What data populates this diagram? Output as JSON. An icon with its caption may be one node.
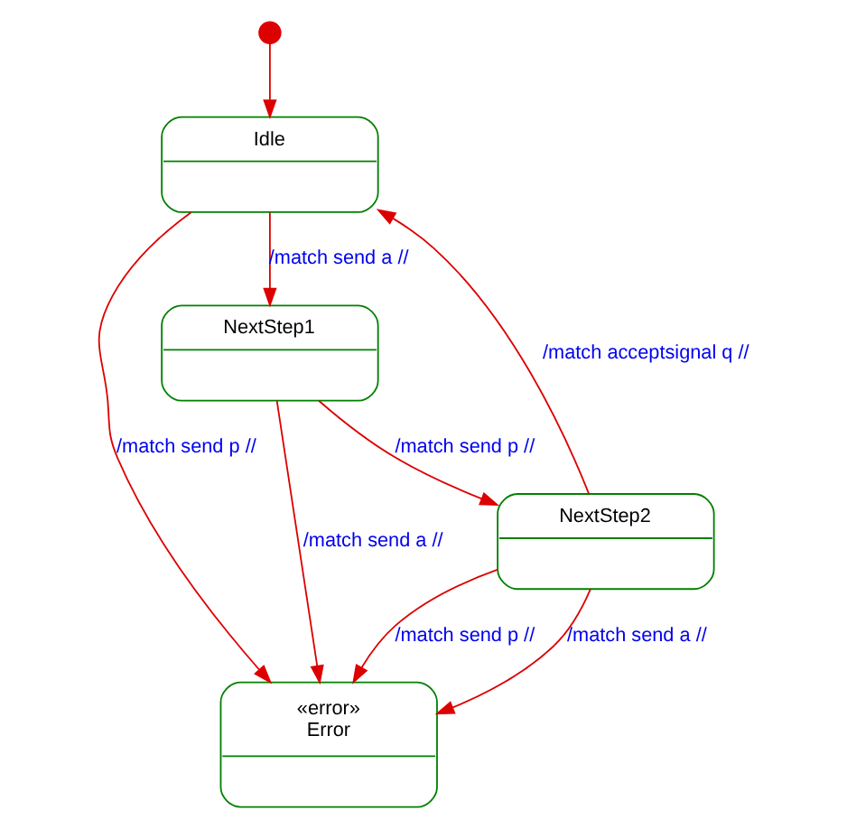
{
  "diagram": {
    "nodes": [
      {
        "text": [],
        "shape": "circle"
      },
      {
        "text": [
          "Idle"
        ]
      },
      {
        "text": [
          "NextStep1"
        ]
      },
      {
        "text": [
          "«error»",
          "Error"
        ]
      },
      {
        "text": [
          "NextStep2"
        ]
      }
    ],
    "edges": [
      {
        "from": 0,
        "to": 1,
        "arrow": "to"
      },
      {
        "from": 1,
        "to": 3,
        "arrow": "to",
        "label": "/match send p //"
      },
      {
        "from": 1,
        "to": 2,
        "arrow": "to",
        "label": "/match send a //"
      },
      {
        "from": 2,
        "to": 3,
        "arrow": "to",
        "label": "/match send a //"
      },
      {
        "from": 2,
        "to": 4,
        "arrow": "to",
        "label": "/match send p //"
      },
      {
        "from": 4,
        "to": 3,
        "arrow": "to",
        "label": "/match send p //"
      },
      {
        "from": 4,
        "to": 3,
        "arrow": "to",
        "label": "/match send a //"
      },
      {
        "from": 4,
        "to": 1,
        "arrow": "to",
        "label": "/match acceptsignal q //"
      }
    ]
  }
}
